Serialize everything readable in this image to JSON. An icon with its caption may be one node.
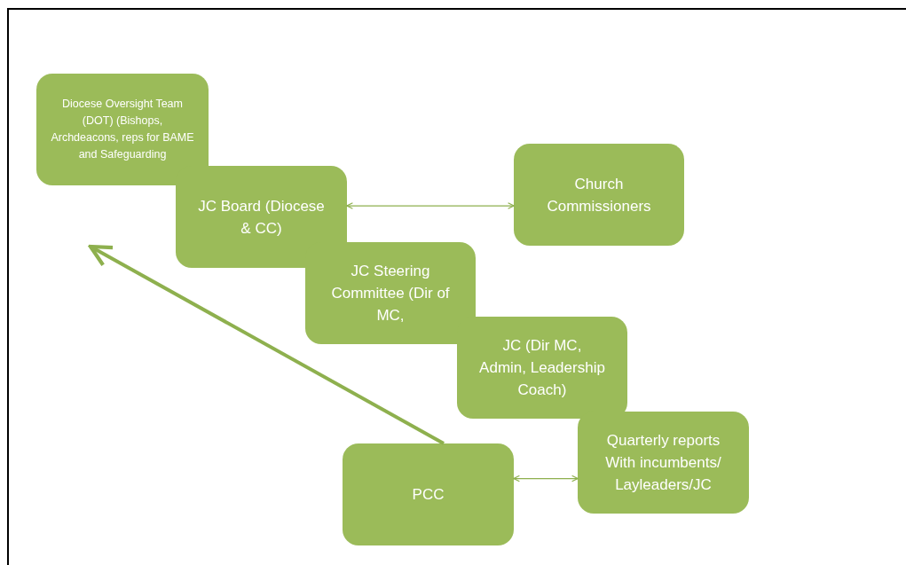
{
  "diagram": {
    "nodes": [
      {
        "text": [
          "Diocese Oversight  Team (DOT) (Bishops,  Archdeacons, reps  for BAME  and Safeguarding"
        ]
      },
      {
        "text": [
          "JC Board (Diocese & CC)"
        ]
      },
      {
        "text": [
          "Church Commissioners"
        ]
      },
      {
        "text": [
          "JC Steering Committee (Dir of MC,"
        ]
      },
      {
        "text": [
          "JC (Dir MC, Admin, Leadership Coach)"
        ]
      },
      {
        "text": [
          "Quarterly reports With incumbents/ Layleaders/JC"
        ]
      },
      {
        "text": [
          "PCC"
        ]
      }
    ],
    "edges": [
      {
        "from": 1,
        "to": 2,
        "arrow": "both"
      },
      {
        "from": 6,
        "to": 5,
        "arrow": "both"
      },
      {
        "from": 6,
        "to": null,
        "arrow": "to",
        "style": "thick"
      }
    ]
  }
}
